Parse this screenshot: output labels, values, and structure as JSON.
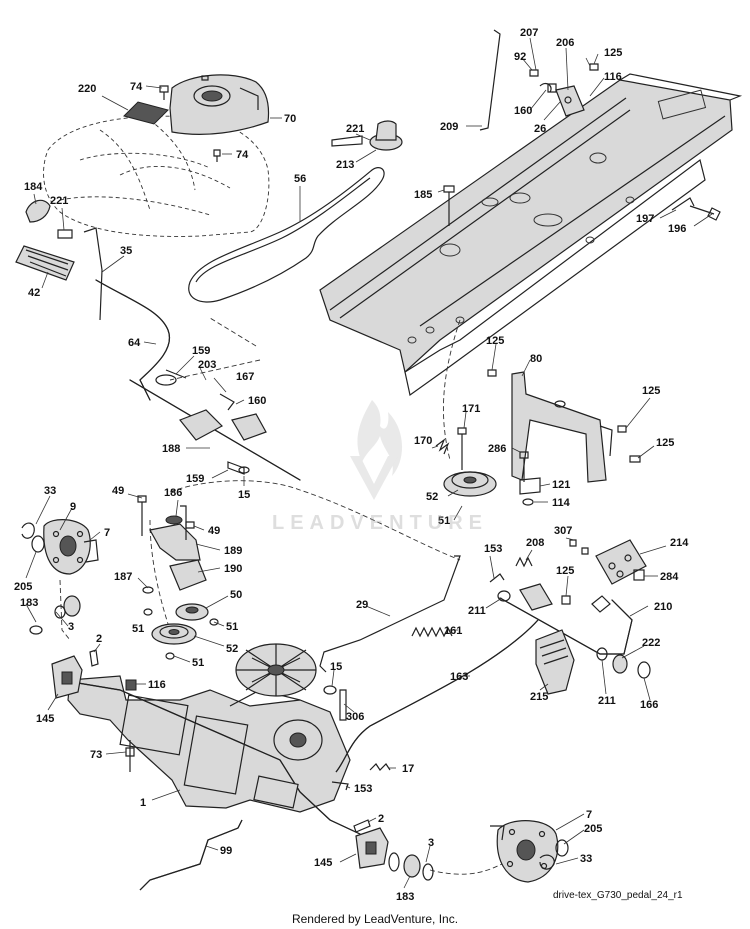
{
  "diagram": {
    "id_label": "drive-tex_G730_pedal_24_r1",
    "footer": "Rendered by LeadVenture, Inc.",
    "watermark": "LEADVENTURE"
  },
  "callouts": [
    {
      "id": "c220",
      "text": "220"
    },
    {
      "id": "c74a",
      "text": "74"
    },
    {
      "id": "c70",
      "text": "70"
    },
    {
      "id": "c74b",
      "text": "74"
    },
    {
      "id": "c221a",
      "text": "221"
    },
    {
      "id": "c213",
      "text": "213"
    },
    {
      "id": "c56",
      "text": "56"
    },
    {
      "id": "c184",
      "text": "184"
    },
    {
      "id": "c221b",
      "text": "221"
    },
    {
      "id": "c35",
      "text": "35"
    },
    {
      "id": "c42",
      "text": "42"
    },
    {
      "id": "c64",
      "text": "64"
    },
    {
      "id": "c159a",
      "text": "159"
    },
    {
      "id": "c203",
      "text": "203"
    },
    {
      "id": "c167",
      "text": "167"
    },
    {
      "id": "c160a",
      "text": "160"
    },
    {
      "id": "c188",
      "text": "188"
    },
    {
      "id": "c159b",
      "text": "159"
    },
    {
      "id": "c15a",
      "text": "15"
    },
    {
      "id": "c207",
      "text": "207"
    },
    {
      "id": "c206",
      "text": "206"
    },
    {
      "id": "c125a",
      "text": "125"
    },
    {
      "id": "c92",
      "text": "92"
    },
    {
      "id": "c116a",
      "text": "116"
    },
    {
      "id": "c209",
      "text": "209"
    },
    {
      "id": "c160b",
      "text": "160"
    },
    {
      "id": "c26",
      "text": "26"
    },
    {
      "id": "c185",
      "text": "185"
    },
    {
      "id": "c197",
      "text": "197"
    },
    {
      "id": "c196",
      "text": "196"
    },
    {
      "id": "c125b",
      "text": "125"
    },
    {
      "id": "c80",
      "text": "80"
    },
    {
      "id": "c125c",
      "text": "125"
    },
    {
      "id": "c171",
      "text": "171"
    },
    {
      "id": "c125d",
      "text": "125"
    },
    {
      "id": "c286",
      "text": "286"
    },
    {
      "id": "c170",
      "text": "170"
    },
    {
      "id": "c121",
      "text": "121"
    },
    {
      "id": "c52a",
      "text": "52"
    },
    {
      "id": "c114",
      "text": "114"
    },
    {
      "id": "c51a",
      "text": "51"
    },
    {
      "id": "c33a",
      "text": "33"
    },
    {
      "id": "c9",
      "text": "9"
    },
    {
      "id": "c7a",
      "text": "7"
    },
    {
      "id": "c205a",
      "text": "205"
    },
    {
      "id": "c49a",
      "text": "49"
    },
    {
      "id": "c186",
      "text": "186"
    },
    {
      "id": "c49b",
      "text": "49"
    },
    {
      "id": "c189",
      "text": "189"
    },
    {
      "id": "c187",
      "text": "187"
    },
    {
      "id": "c190",
      "text": "190"
    },
    {
      "id": "c50",
      "text": "50"
    },
    {
      "id": "c51b",
      "text": "51"
    },
    {
      "id": "c51c",
      "text": "51"
    },
    {
      "id": "c52b",
      "text": "52"
    },
    {
      "id": "c51d",
      "text": "51"
    },
    {
      "id": "c183a",
      "text": "183"
    },
    {
      "id": "c3a",
      "text": "3"
    },
    {
      "id": "c2a",
      "text": "2"
    },
    {
      "id": "c116b",
      "text": "116"
    },
    {
      "id": "c145a",
      "text": "145"
    },
    {
      "id": "c73",
      "text": "73"
    },
    {
      "id": "c1",
      "text": "1"
    },
    {
      "id": "c307",
      "text": "307"
    },
    {
      "id": "c208",
      "text": "208"
    },
    {
      "id": "c214",
      "text": "214"
    },
    {
      "id": "c153a",
      "text": "153"
    },
    {
      "id": "c125e",
      "text": "125"
    },
    {
      "id": "c284",
      "text": "284"
    },
    {
      "id": "c29",
      "text": "29"
    },
    {
      "id": "c211a",
      "text": "211"
    },
    {
      "id": "c210",
      "text": "210"
    },
    {
      "id": "c161",
      "text": "161"
    },
    {
      "id": "c222",
      "text": "222"
    },
    {
      "id": "c15b",
      "text": "15"
    },
    {
      "id": "c163",
      "text": "163"
    },
    {
      "id": "c215",
      "text": "215"
    },
    {
      "id": "c211b",
      "text": "211"
    },
    {
      "id": "c166",
      "text": "166"
    },
    {
      "id": "c306",
      "text": "306"
    },
    {
      "id": "c17",
      "text": "17"
    },
    {
      "id": "c153b",
      "text": "153"
    },
    {
      "id": "c2b",
      "text": "2"
    },
    {
      "id": "c7b",
      "text": "7"
    },
    {
      "id": "c99",
      "text": "99"
    },
    {
      "id": "c145b",
      "text": "145"
    },
    {
      "id": "c3b",
      "text": "3"
    },
    {
      "id": "c205b",
      "text": "205"
    },
    {
      "id": "c33b",
      "text": "33"
    },
    {
      "id": "c183b",
      "text": "183"
    }
  ]
}
